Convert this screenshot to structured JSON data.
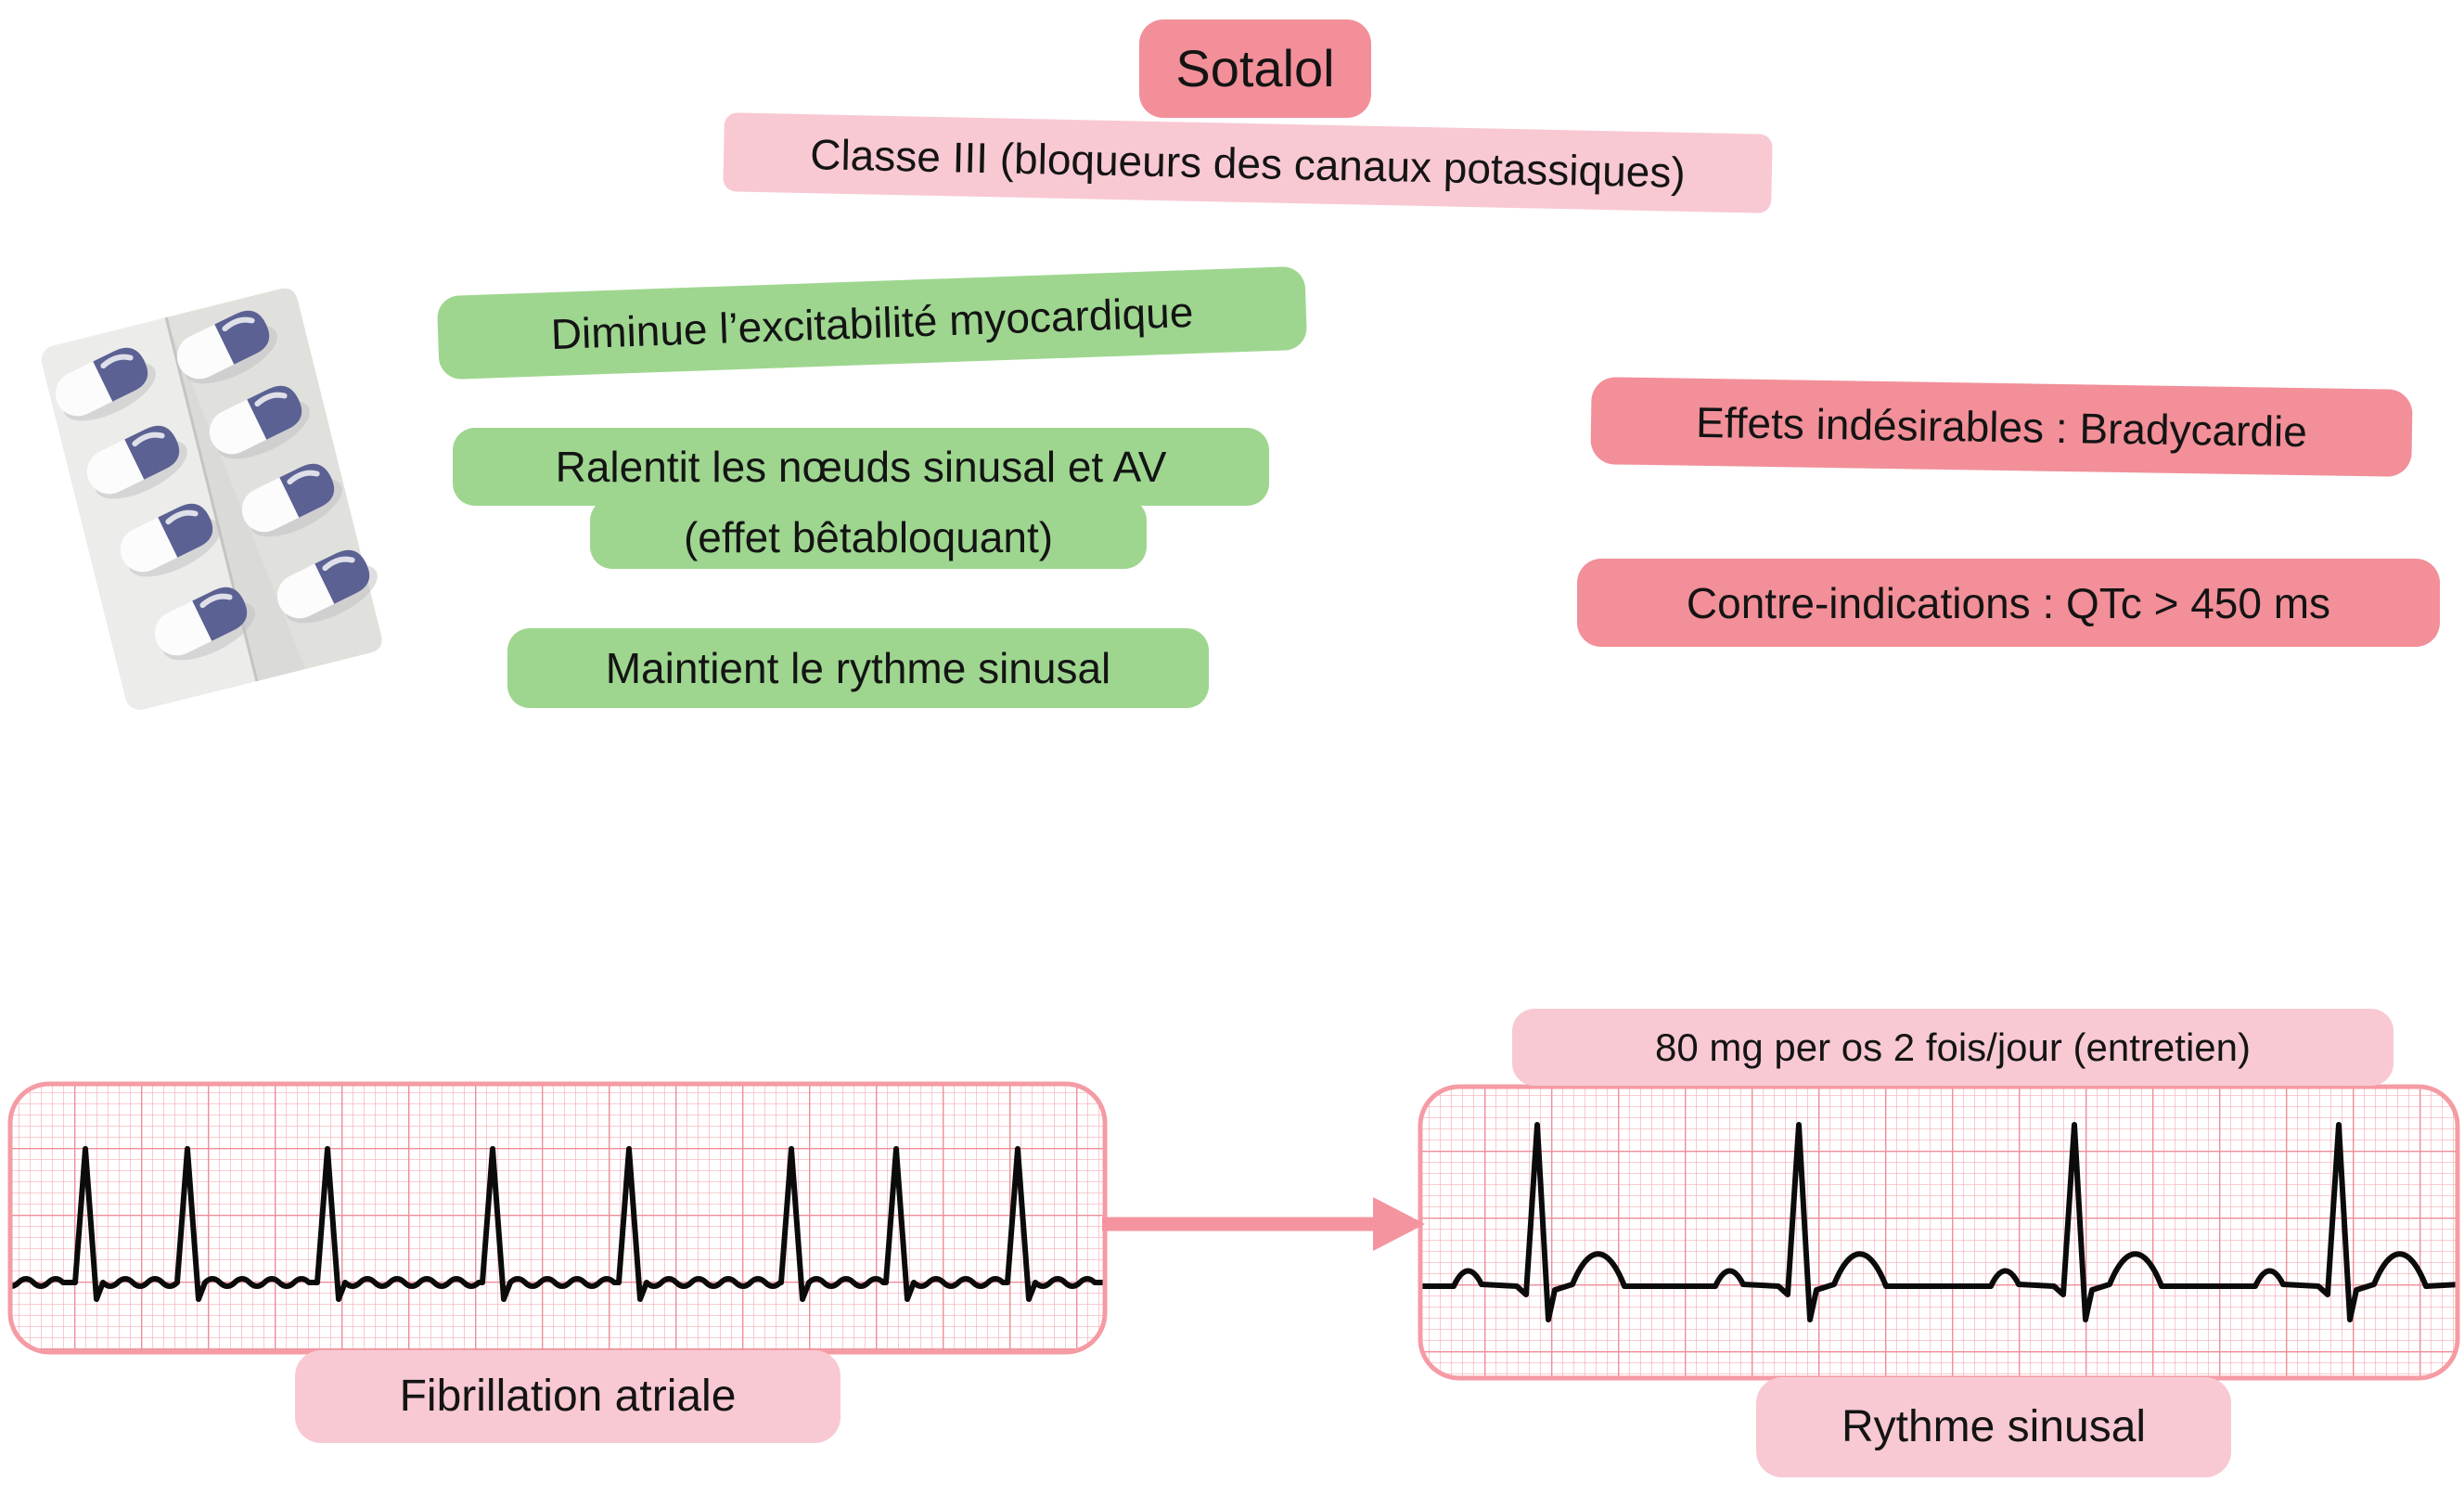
{
  "title": {
    "label": "Sotalol"
  },
  "subtitle": {
    "label": "Classe III (bloqueurs des canaux potassiques)"
  },
  "effects": {
    "effect1": "Diminue l’excitabilité myocardique",
    "effect2_line1": "Ralentit les nœuds sinusal et AV",
    "effect2_line2": "(effet bêtabloquant)",
    "effect3": "Maintient le rythme sinusal"
  },
  "warnings": {
    "adverse_effects": "Effets indésirables : Bradycardie",
    "contraindications": "Contre-indications : QTc > 450 ms"
  },
  "ecg_before": {
    "label": "Fibrillation atriale"
  },
  "ecg_after": {
    "dose": "80 mg per os 2 fois/jour (entretien)",
    "label": "Rythme sinusal"
  },
  "icons": {
    "pill_blister": "pill-blister-pack-icon",
    "arrow": "arrow-right-icon"
  },
  "colors": {
    "accent_pink": "#F28F98",
    "accent_light_pink": "#F8C9D3",
    "accent_green": "#9ED68F",
    "text_color": "#141414",
    "ecg_border": "#F59BA4",
    "ecg_grid_fine": "#F5AFB5",
    "ecg_grid_bold": "#EE8E98",
    "ecg_trace": "#0B0B0B",
    "arrow_pink": "#F4949F",
    "capsule_blue": "#5B6192",
    "blister_gray": "#ECECEA"
  }
}
